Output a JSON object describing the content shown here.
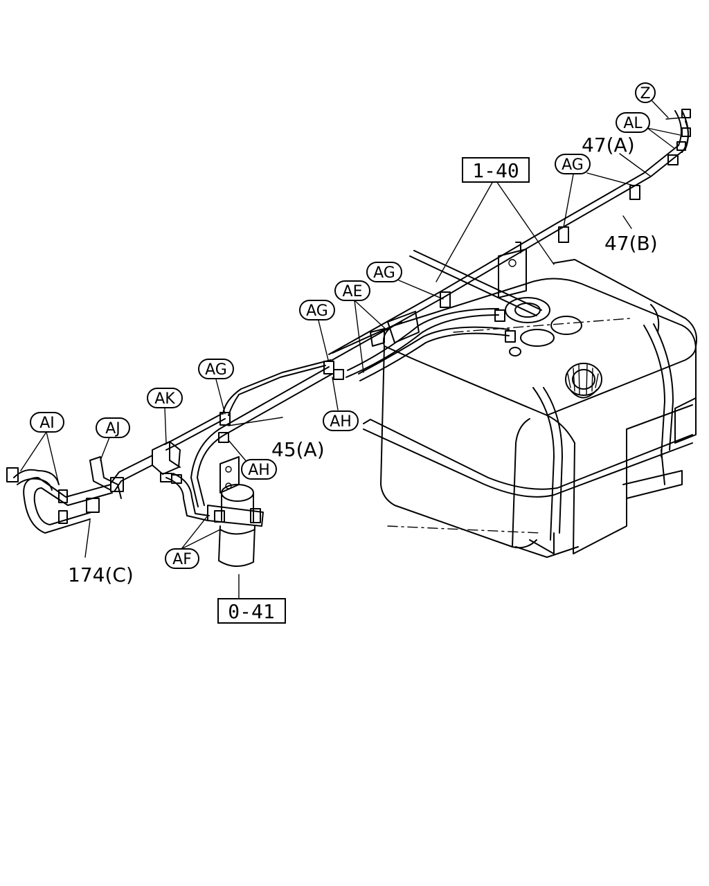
{
  "callouts": {
    "z": "Z",
    "al": "AL",
    "ag_1": "AG",
    "ag_2": "AG",
    "ag_3": "AG",
    "ag_4": "AG",
    "ae": "AE",
    "ah_1": "AH",
    "ah_2": "AH",
    "ak": "AK",
    "aj": "AJ",
    "ai": "AI",
    "af": "AF"
  },
  "part_labels": {
    "p47a": "47(A)",
    "p47b": "47(B)",
    "p45a": "45(A)",
    "p174c": "174(C)"
  },
  "reference_boxes": {
    "r140": "1-40",
    "r041": "0-41"
  }
}
